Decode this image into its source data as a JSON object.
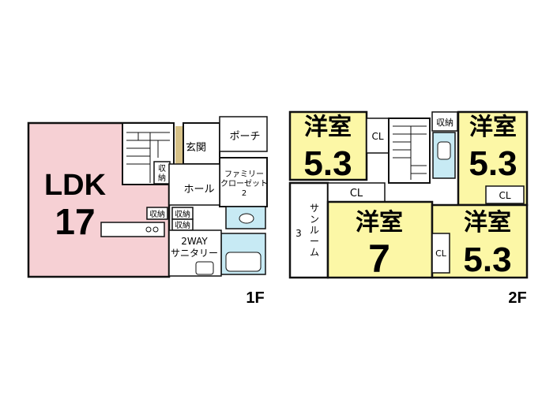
{
  "colors": {
    "ldk_fill": "#f6d0d4",
    "bedroom_fill": "#fcf7a6",
    "water_fill": "#c7eaf4",
    "wall": "#111111",
    "stair_highlight": "#d6c187"
  },
  "floor1": {
    "label": "1F",
    "ldk": {
      "name": "LDK",
      "size": "17"
    },
    "entrance": "玄関",
    "porch": "ポーチ",
    "hall": "ホール",
    "family_closet": {
      "line1": "ファミリー",
      "line2": "クローゼット",
      "line3": "2"
    },
    "storage_stair": {
      "line1": "収",
      "line2": "納"
    },
    "storage_a": "収納",
    "storage_b": "収納",
    "storage_c": "収納",
    "sanitary": {
      "line1": "2WAY",
      "line2": "サニタリー"
    }
  },
  "floor2": {
    "label": "2F",
    "bedroom_nw": {
      "name": "洋室",
      "size": "5.3"
    },
    "bedroom_ne": {
      "name": "洋室",
      "size": "5.3"
    },
    "bedroom_center": {
      "name": "洋室",
      "size": "7"
    },
    "bedroom_se": {
      "name": "洋室",
      "size": "5.3"
    },
    "sunroom": {
      "line1": "サ",
      "line2": "ン",
      "line3": "ル",
      "line4": "ー",
      "line5": "ム",
      "size": "3"
    },
    "cl_nw": "CL",
    "cl_center": "CL",
    "cl_ne": "CL",
    "cl_se": "CL",
    "storage_ne": "収納"
  }
}
